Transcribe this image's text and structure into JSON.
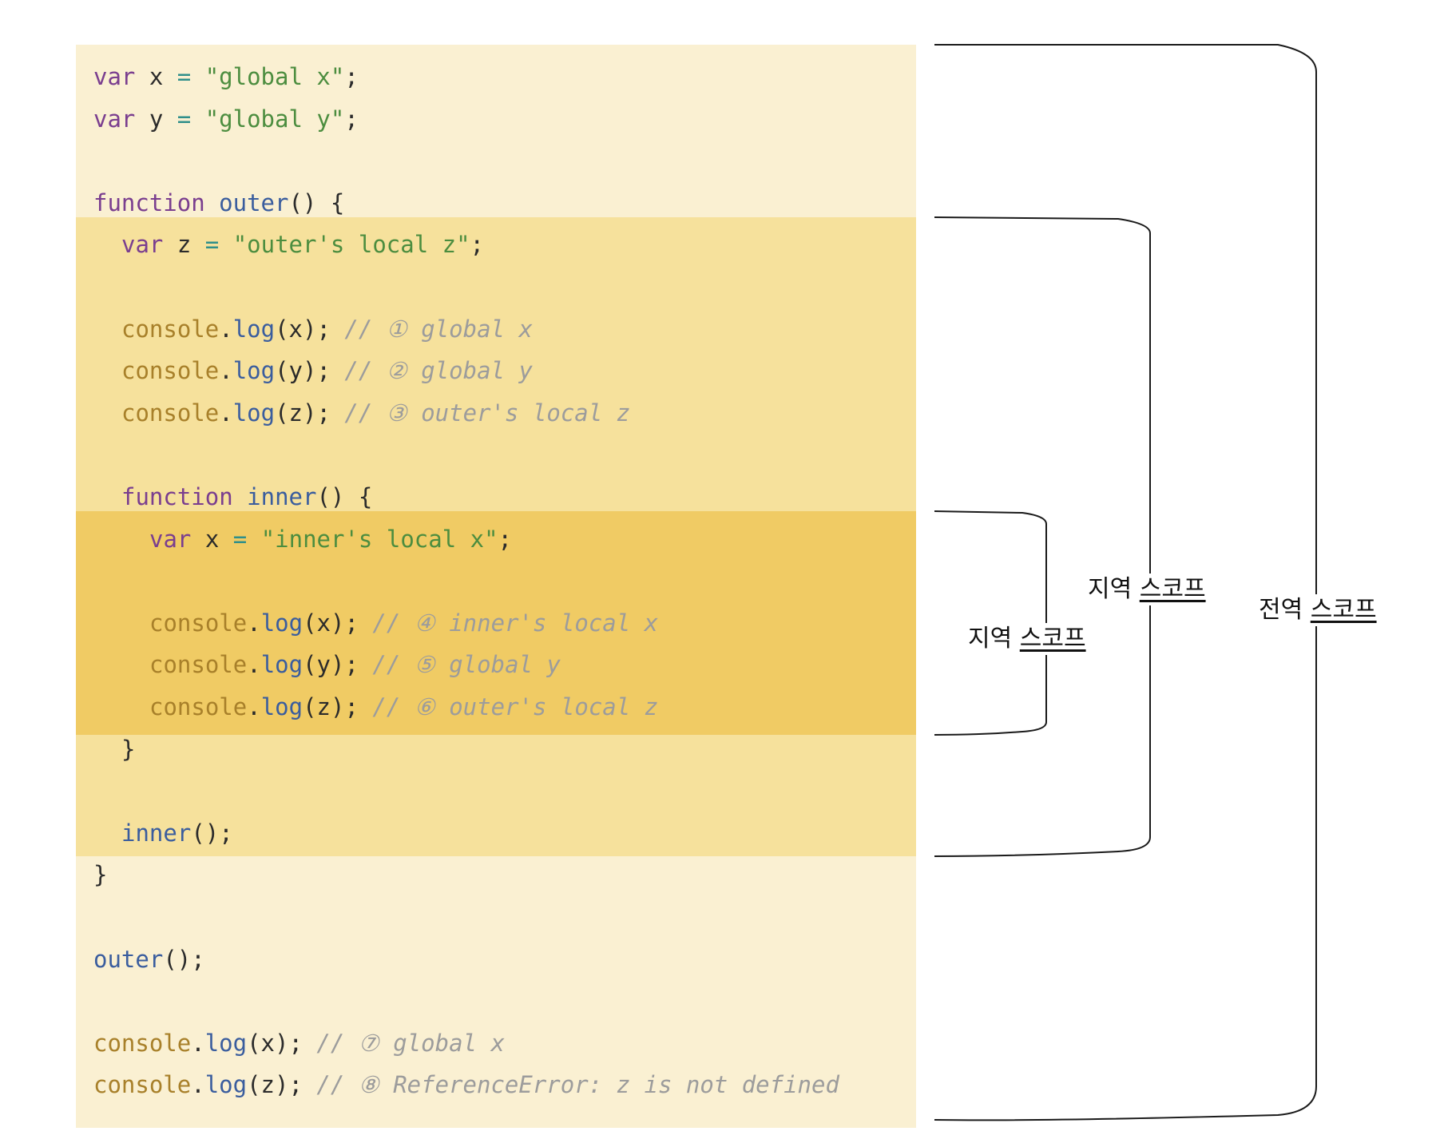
{
  "code": {
    "lines": [
      {
        "indent": 0,
        "tokens": [
          {
            "t": "var",
            "c": "kw"
          },
          {
            "t": " x ",
            "c": "id"
          },
          {
            "t": "=",
            "c": "op"
          },
          {
            "t": " ",
            "c": "id"
          },
          {
            "t": "\"global x\"",
            "c": "str"
          },
          {
            "t": ";",
            "c": "pun"
          }
        ]
      },
      {
        "indent": 0,
        "tokens": [
          {
            "t": "var",
            "c": "kw"
          },
          {
            "t": " y ",
            "c": "id"
          },
          {
            "t": "=",
            "c": "op"
          },
          {
            "t": " ",
            "c": "id"
          },
          {
            "t": "\"global y\"",
            "c": "str"
          },
          {
            "t": ";",
            "c": "pun"
          }
        ]
      },
      {
        "indent": 0,
        "tokens": []
      },
      {
        "indent": 0,
        "tokens": [
          {
            "t": "function",
            "c": "kw"
          },
          {
            "t": " ",
            "c": "id"
          },
          {
            "t": "outer",
            "c": "fn"
          },
          {
            "t": "() {",
            "c": "pun"
          }
        ]
      },
      {
        "indent": 1,
        "tokens": [
          {
            "t": "var",
            "c": "kw"
          },
          {
            "t": " z ",
            "c": "id"
          },
          {
            "t": "=",
            "c": "op"
          },
          {
            "t": " ",
            "c": "id"
          },
          {
            "t": "\"outer's local z\"",
            "c": "str"
          },
          {
            "t": ";",
            "c": "pun"
          }
        ]
      },
      {
        "indent": 1,
        "tokens": []
      },
      {
        "indent": 1,
        "tokens": [
          {
            "t": "console",
            "c": "obj"
          },
          {
            "t": ".",
            "c": "pun"
          },
          {
            "t": "log",
            "c": "fn"
          },
          {
            "t": "(x); ",
            "c": "pun"
          },
          {
            "t": "// ① global x",
            "c": "cmt"
          }
        ]
      },
      {
        "indent": 1,
        "tokens": [
          {
            "t": "console",
            "c": "obj"
          },
          {
            "t": ".",
            "c": "pun"
          },
          {
            "t": "log",
            "c": "fn"
          },
          {
            "t": "(y); ",
            "c": "pun"
          },
          {
            "t": "// ② global y",
            "c": "cmt"
          }
        ]
      },
      {
        "indent": 1,
        "tokens": [
          {
            "t": "console",
            "c": "obj"
          },
          {
            "t": ".",
            "c": "pun"
          },
          {
            "t": "log",
            "c": "fn"
          },
          {
            "t": "(z); ",
            "c": "pun"
          },
          {
            "t": "// ③ outer's local z",
            "c": "cmt"
          }
        ]
      },
      {
        "indent": 1,
        "tokens": []
      },
      {
        "indent": 1,
        "tokens": [
          {
            "t": "function",
            "c": "kw"
          },
          {
            "t": " ",
            "c": "id"
          },
          {
            "t": "inner",
            "c": "fn"
          },
          {
            "t": "() {",
            "c": "pun"
          }
        ]
      },
      {
        "indent": 2,
        "tokens": [
          {
            "t": "var",
            "c": "kw"
          },
          {
            "t": " x ",
            "c": "id"
          },
          {
            "t": "=",
            "c": "op"
          },
          {
            "t": " ",
            "c": "id"
          },
          {
            "t": "\"inner's local x\"",
            "c": "str"
          },
          {
            "t": ";",
            "c": "pun"
          }
        ]
      },
      {
        "indent": 2,
        "tokens": []
      },
      {
        "indent": 2,
        "tokens": [
          {
            "t": "console",
            "c": "obj"
          },
          {
            "t": ".",
            "c": "pun"
          },
          {
            "t": "log",
            "c": "fn"
          },
          {
            "t": "(x); ",
            "c": "pun"
          },
          {
            "t": "// ④ inner's local x",
            "c": "cmt"
          }
        ]
      },
      {
        "indent": 2,
        "tokens": [
          {
            "t": "console",
            "c": "obj"
          },
          {
            "t": ".",
            "c": "pun"
          },
          {
            "t": "log",
            "c": "fn"
          },
          {
            "t": "(y); ",
            "c": "pun"
          },
          {
            "t": "// ⑤ global y",
            "c": "cmt"
          }
        ]
      },
      {
        "indent": 2,
        "tokens": [
          {
            "t": "console",
            "c": "obj"
          },
          {
            "t": ".",
            "c": "pun"
          },
          {
            "t": "log",
            "c": "fn"
          },
          {
            "t": "(z); ",
            "c": "pun"
          },
          {
            "t": "// ⑥ outer's local z",
            "c": "cmt"
          }
        ]
      },
      {
        "indent": 1,
        "tokens": [
          {
            "t": "}",
            "c": "pun"
          }
        ]
      },
      {
        "indent": 1,
        "tokens": []
      },
      {
        "indent": 1,
        "tokens": [
          {
            "t": "inner",
            "c": "fn"
          },
          {
            "t": "();",
            "c": "pun"
          }
        ]
      },
      {
        "indent": 0,
        "tokens": [
          {
            "t": "}",
            "c": "pun"
          }
        ]
      },
      {
        "indent": 0,
        "tokens": []
      },
      {
        "indent": 0,
        "tokens": [
          {
            "t": "outer",
            "c": "fn"
          },
          {
            "t": "();",
            "c": "pun"
          }
        ]
      },
      {
        "indent": 0,
        "tokens": []
      },
      {
        "indent": 0,
        "tokens": [
          {
            "t": "console",
            "c": "obj"
          },
          {
            "t": ".",
            "c": "pun"
          },
          {
            "t": "log",
            "c": "fn"
          },
          {
            "t": "(x); ",
            "c": "pun"
          },
          {
            "t": "// ⑦ global x",
            "c": "cmt"
          }
        ]
      },
      {
        "indent": 0,
        "tokens": [
          {
            "t": "console",
            "c": "obj"
          },
          {
            "t": ".",
            "c": "pun"
          },
          {
            "t": "log",
            "c": "fn"
          },
          {
            "t": "(z); ",
            "c": "pun"
          },
          {
            "t": "// ⑧ ReferenceError: z is not defined",
            "c": "cmt"
          }
        ]
      }
    ]
  },
  "scopes": {
    "inner_local": {
      "word1": "지역",
      "word2": "스코프"
    },
    "outer_local": {
      "word1": "지역",
      "word2": "스코프"
    },
    "global": {
      "word1": "전역",
      "word2": "스코프"
    }
  },
  "colors": {
    "global_bg": "#faf0d2",
    "outer_bg": "#f6e19c",
    "inner_bg": "#f0cb64"
  }
}
